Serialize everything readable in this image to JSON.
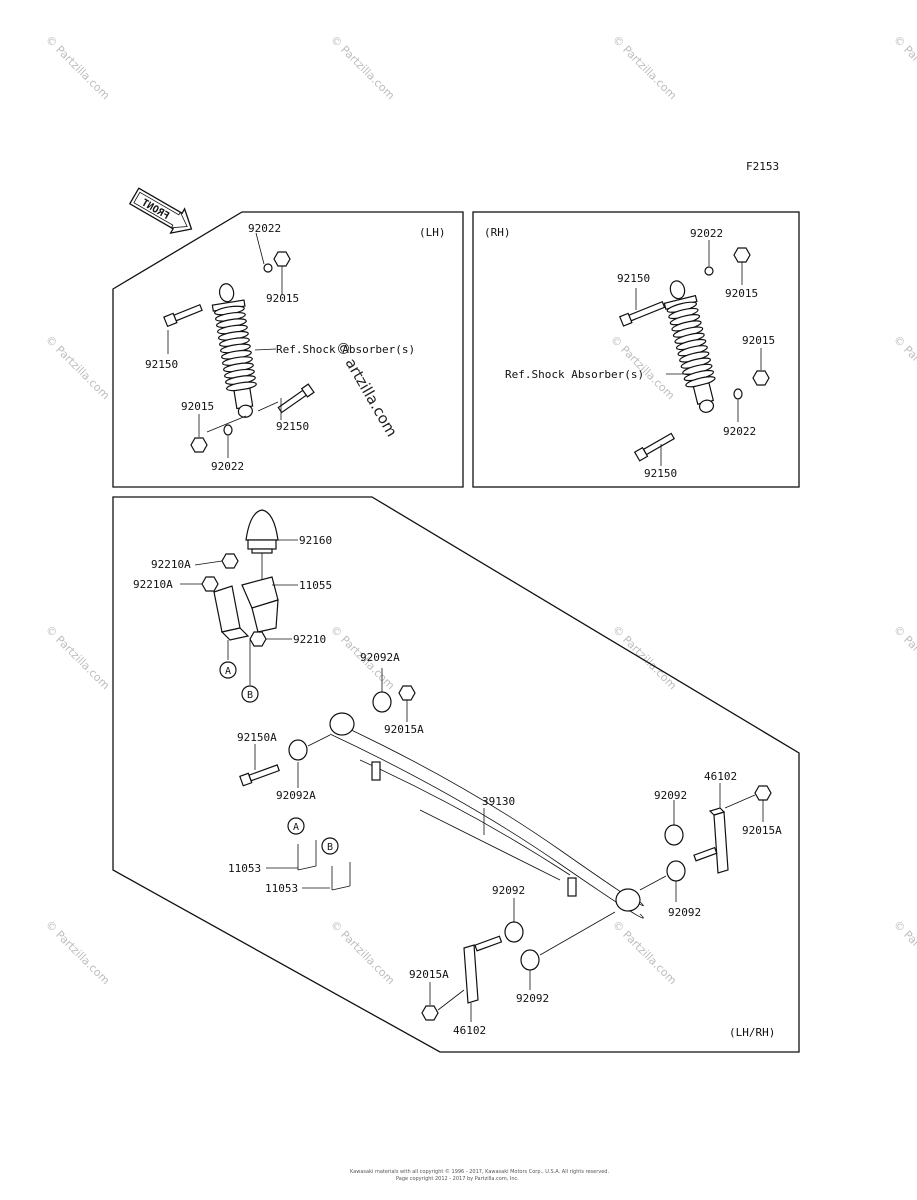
{
  "diagram": {
    "ref_code": "F2153",
    "front_label": "FRONT",
    "panels": {
      "lh": {
        "tag": "(LH)"
      },
      "rh": {
        "tag": "(RH)"
      },
      "spring": {
        "tag": "(LH/RH)"
      }
    },
    "lh_labels": {
      "washer_top": "92022",
      "nut_top": "92015",
      "bolt_top": "92150",
      "shock_ref": "Ref.Shock Absorber(s)",
      "nut_bottom": "92015",
      "bolt_bottom": "92150",
      "washer_bottom": "92022"
    },
    "rh_labels": {
      "washer_top": "92022",
      "bolt_top": "92150",
      "nut_top": "92015",
      "nut_right": "92015",
      "shock_ref": "Ref.Shock Absorber(s)",
      "washer_bottom": "92022",
      "bolt_bottom": "92150"
    },
    "spring_labels": {
      "bumper": "92160",
      "nut_a1": "92210A",
      "nut_a2": "92210A",
      "bracket": "11055",
      "nut": "92210",
      "callout_a": "A",
      "callout_b": "B",
      "bushing_a_top": "92092A",
      "nut_a_top": "92015A",
      "bolt_a": "92150A",
      "bushing_a_left": "92092A",
      "leaf_spring": "39130",
      "shackle_right": "46102",
      "bushing_right_top": "92092",
      "nut_right": "92015A",
      "bushing_right_bottom": "92092",
      "clip_a": "11053",
      "clip_b": "11053",
      "bushing_center": "92092",
      "nut_left_bottom": "92015A",
      "bushing_bottom": "92092",
      "shackle_bottom": "46102"
    },
    "watermark": "© Partzilla.com",
    "center_watermark": {
      "symbol": "©",
      "text": "artzilla.com"
    },
    "footer": {
      "line1": "Kawasaki materials with all copyright © 1996 - 2017, Kawasaki Motors Corp., U.S.A. All rights reserved.",
      "line2": "Page copyright 2012 - 2017 by Partzilla.com, Inc."
    }
  }
}
